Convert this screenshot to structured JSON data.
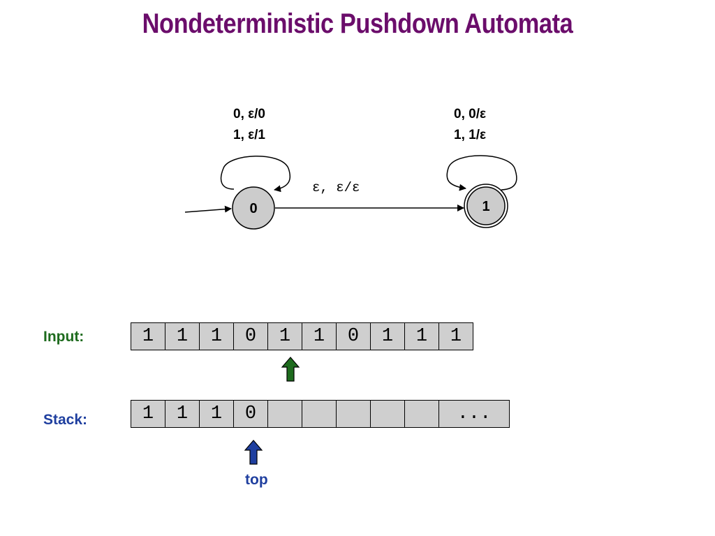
{
  "title": "Nondeterministic Pushdown Automata",
  "automaton": {
    "states": [
      {
        "id": "0",
        "label": "0",
        "accepting": false,
        "initial": true
      },
      {
        "id": "1",
        "label": "1",
        "accepting": true,
        "initial": false
      }
    ],
    "self_loop_0": [
      "0, ε/0",
      "1, ε/1"
    ],
    "self_loop_1": [
      "0, 0/ε",
      "1, 1/ε"
    ],
    "transition_0_1": "ε, ε/ε"
  },
  "input": {
    "label": "Input:",
    "cells": [
      "1",
      "1",
      "1",
      "0",
      "1",
      "1",
      "0",
      "1",
      "1",
      "1"
    ],
    "head_index": 4,
    "color": "#1e6b1e"
  },
  "stack": {
    "label": "Stack:",
    "cells": [
      "1",
      "1",
      "1",
      "0",
      "",
      "",
      "",
      "",
      "",
      "..."
    ],
    "top_index": 3,
    "top_label": "top",
    "color": "#1f3f9f"
  }
}
